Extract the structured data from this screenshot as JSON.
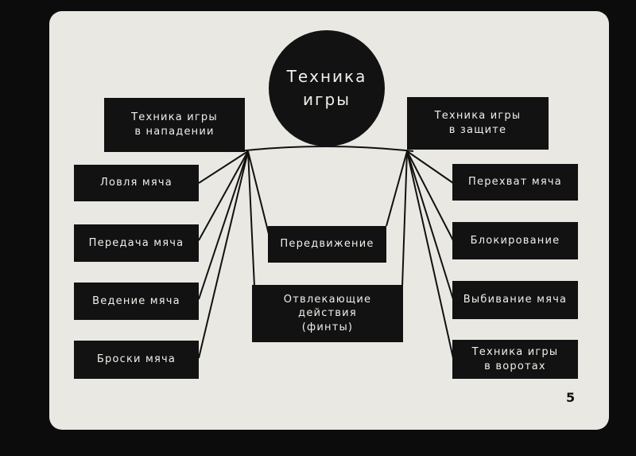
{
  "center": {
    "label": "Техника\nигры"
  },
  "attack": {
    "title": "Техника игры\nв нападении",
    "items": [
      "Ловля мяча",
      "Передача мяча",
      "Ведение мяча",
      "Броски мяча"
    ]
  },
  "defense": {
    "title": "Техника игры\nв защите",
    "items": [
      "Перехват мяча",
      "Блокирование",
      "Выбивание мяча",
      "Техника игры\nв воротах"
    ]
  },
  "shared": {
    "movement": "Передвижение",
    "feints": "Отвлекающие\nдействия\n(финты)"
  },
  "page_number": "5"
}
